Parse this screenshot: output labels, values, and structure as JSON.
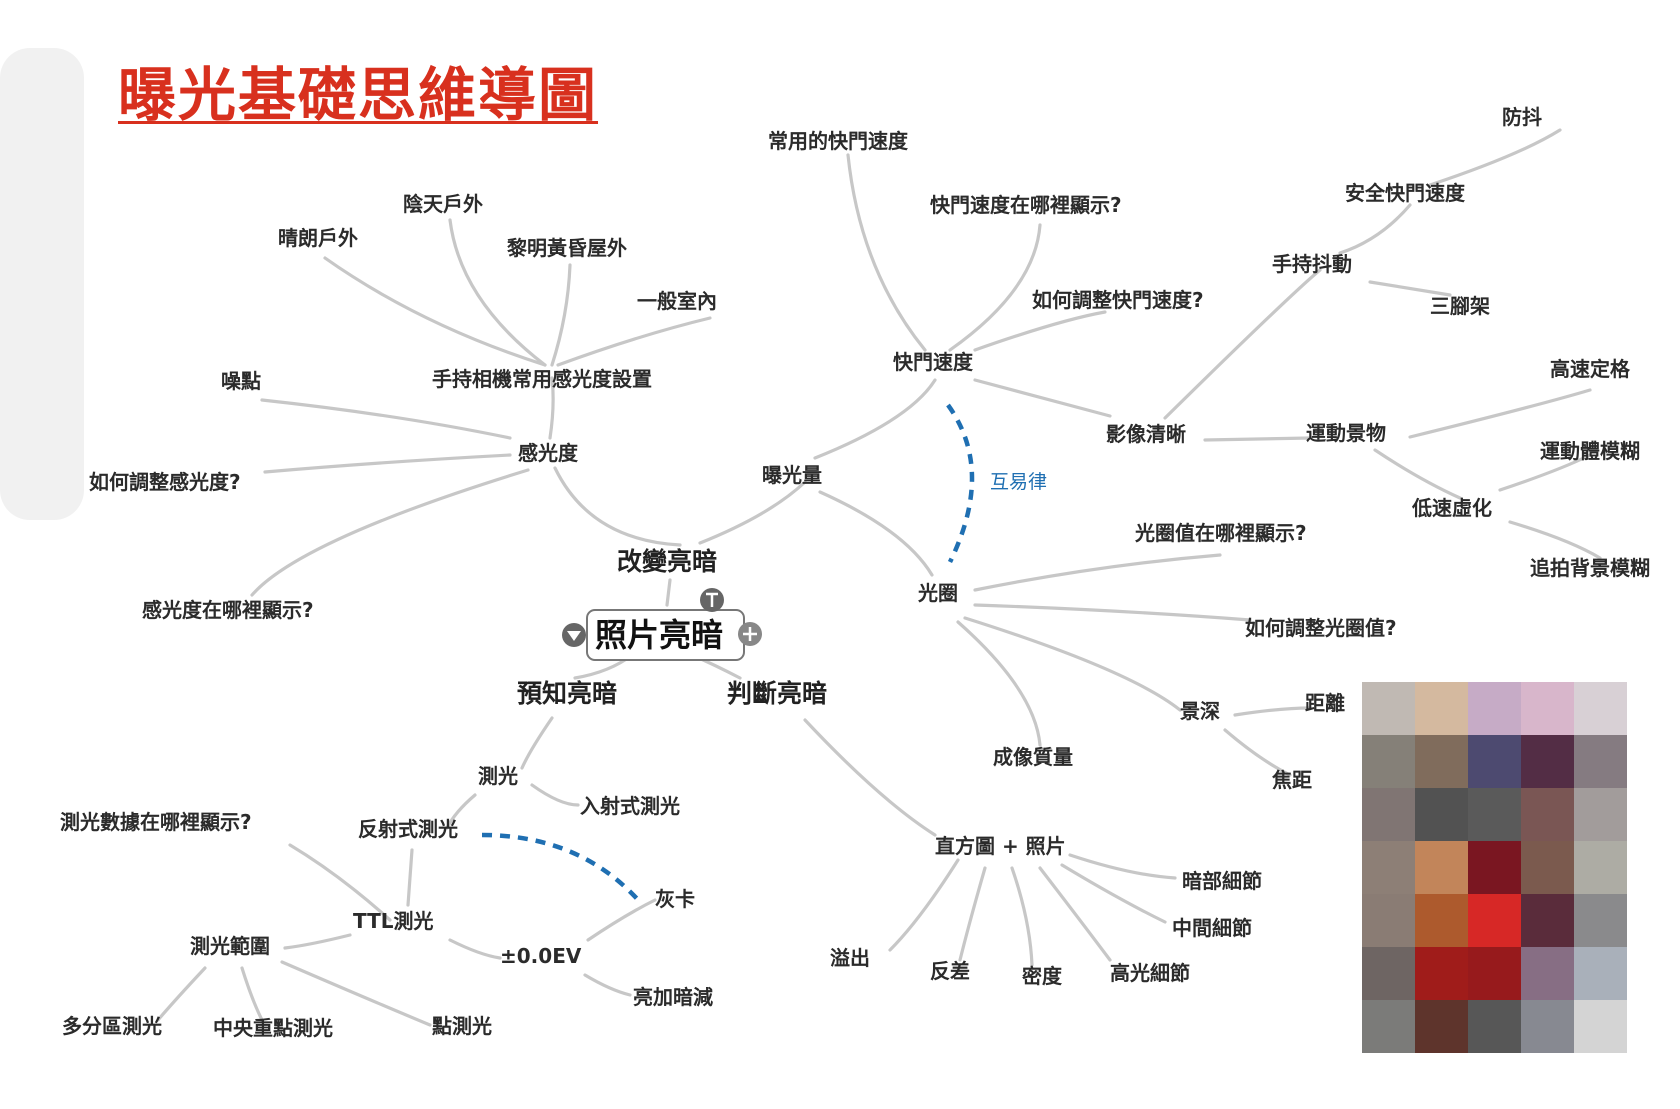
{
  "title": "曝光基礎思維導圖",
  "root": "照片亮暗",
  "branches": {
    "change": "改變亮暗",
    "predict": "預知亮暗",
    "judge": "判斷亮暗"
  },
  "nodes": {
    "exposure": "曝光量",
    "iso": "感光度",
    "iso_handheld": "手持相機常用感光度設置",
    "sunny": "晴朗戶外",
    "cloudy": "陰天戶外",
    "dawn": "黎明黃昏屋外",
    "indoor": "一般室內",
    "noise": "噪點",
    "iso_adjust": "如何調整感光度?",
    "iso_display": "感光度在哪裡顯示?",
    "shutter": "快門速度",
    "common_shutter": "常用的快門速度",
    "shutter_display": "快門速度在哪裡顯示?",
    "shutter_adjust": "如何調整快門速度?",
    "sharp": "影像清晰",
    "handshake": "手持抖動",
    "safe_shutter": "安全快門速度",
    "antishake": "防抖",
    "tripod": "三腳架",
    "motion": "運動景物",
    "freeze": "高速定格",
    "slow_blur": "低速虛化",
    "motion_blur": "運動體模糊",
    "pan_blur": "追拍背景模糊",
    "reciprocity": "互易律",
    "aperture": "光圈",
    "aperture_display": "光圈值在哪裡顯示?",
    "aperture_adjust": "如何調整光圈值?",
    "dof": "景深",
    "distance": "距離",
    "focal": "焦距",
    "quality": "成像質量",
    "metering": "測光",
    "incident": "入射式測光",
    "reflective": "反射式測光",
    "graycard": "灰卡",
    "meter_display": "測光數據在哪裡顯示?",
    "ttl": "TTL測光",
    "meter_range": "測光範圍",
    "ev0": "±0.0EV",
    "bright_add": "亮加暗減",
    "matrix": "多分區測光",
    "center": "中央重點測光",
    "spot": "點測光",
    "histogram": "直方圖 + 照片",
    "shadow": "暗部細節",
    "midtone": "中間細節",
    "highlight": "高光細節",
    "density": "密度",
    "contrast": "反差",
    "overflow": "溢出"
  },
  "colors": {
    "title": "#d8301e",
    "link": "#c7c7c7",
    "dashed_link": "#1f6fb2",
    "text": "#2b2b2b"
  },
  "icons": [
    "collapse-icon",
    "topic-icon",
    "add-icon"
  ],
  "pixel_grid": [
    [
      "#c0b9b3",
      "#d4b99f",
      "#c6abc6",
      "#d8b6cb",
      "#d8d0d5"
    ],
    [
      "#858078",
      "#806c5c",
      "#4d4a70",
      "#532d45",
      "#857b81"
    ],
    [
      "#807573",
      "#525252",
      "#5a5a5a",
      "#7a5654",
      "#a29c9b"
    ],
    [
      "#8d7f76",
      "#c2855a",
      "#7a1621",
      "#7b5a4e",
      "#adaca4"
    ],
    [
      "#8a7c74",
      "#ad5a2d",
      "#d72826",
      "#5a2c3b",
      "#8a8a8c"
    ],
    [
      "#6e6563",
      "#a01c1a",
      "#971a1c",
      "#876e84",
      "#a9b0ba"
    ],
    [
      "#7b7b79",
      "#5e342c",
      "#575757",
      "#878991",
      "#d4d4d4"
    ]
  ]
}
